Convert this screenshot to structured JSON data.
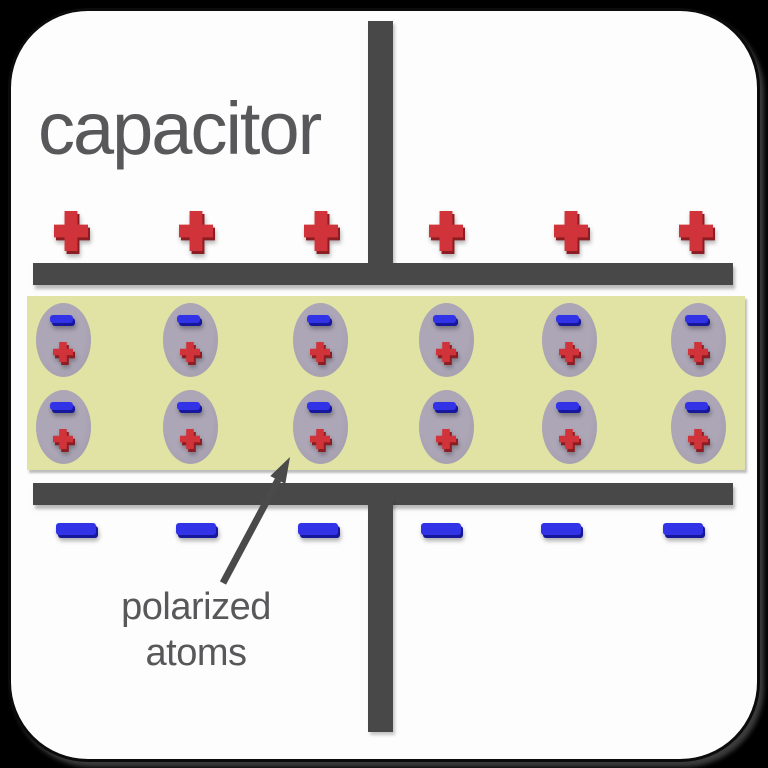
{
  "title": "capacitor",
  "annotation": {
    "line1": "polarized",
    "line2": "atoms"
  },
  "capacitor": {
    "top_plate": {
      "polarity": "positive",
      "charge_symbol": "+",
      "charge_count": 6
    },
    "bottom_plate": {
      "polarity": "negative",
      "charge_symbol": "−",
      "charge_count": 6
    },
    "dielectric": {
      "atom_count": 12,
      "rows": 2,
      "columns": 6,
      "atom_top_charge_symbol": "−",
      "atom_bottom_charge_symbol": "+"
    }
  },
  "colors": {
    "background": "#000000",
    "card_fill": "#fdfdfd",
    "card_border": "#0b0b0b",
    "plate_and_wire": "#484848",
    "dielectric_fill": "#e0e3a3",
    "atom_fill": "#a5a0b0",
    "positive_charge": "#d0343a",
    "positive_charge_shadow": "#8c1d22",
    "negative_charge": "#3232e6",
    "negative_charge_shadow": "#17179c",
    "text": "#58585a",
    "arrow": "#4a4a4a"
  }
}
